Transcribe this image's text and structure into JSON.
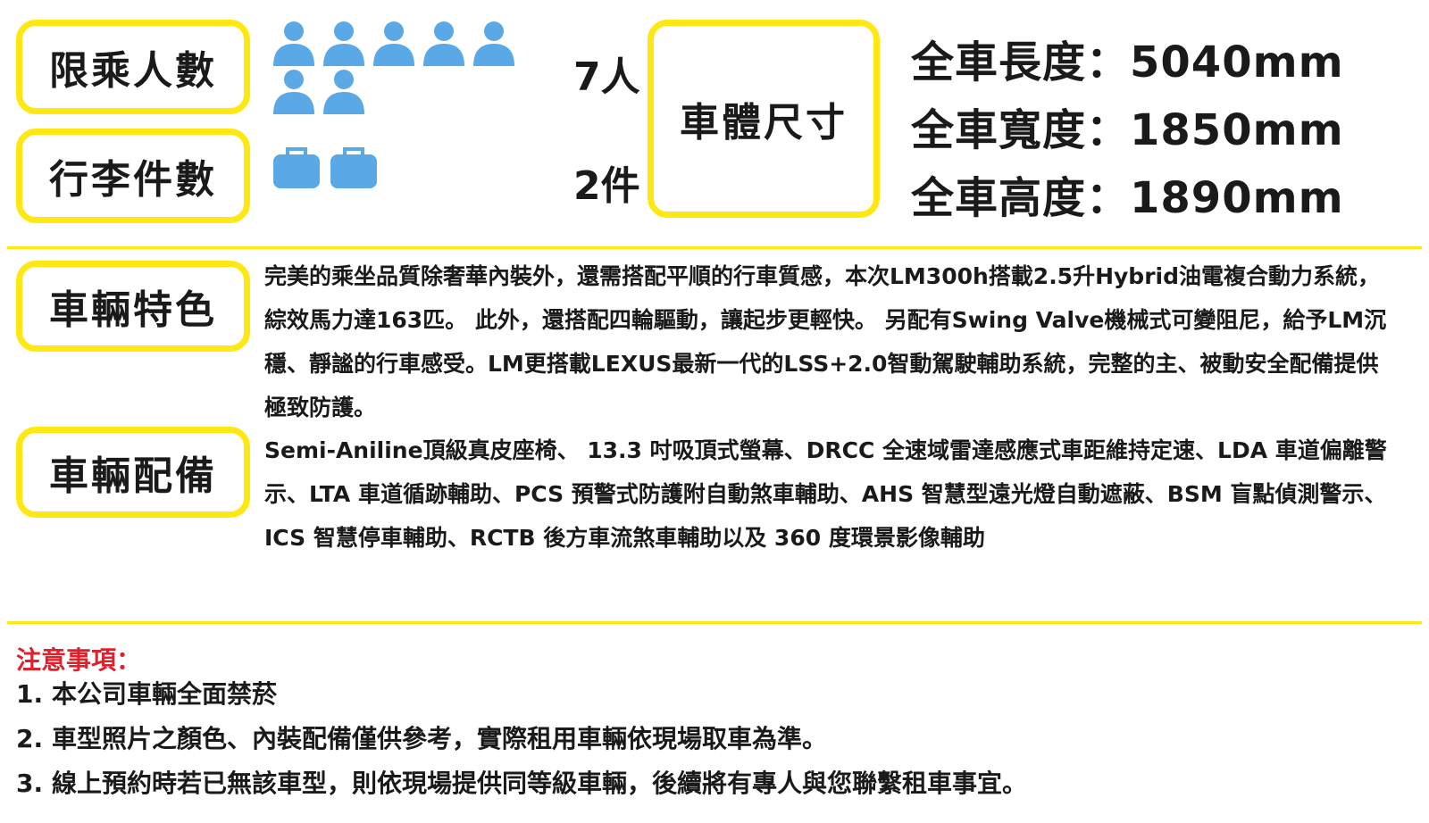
{
  "specs": {
    "passenger_label": "限乘人數",
    "passenger_count": "7人",
    "passenger_icons": 7,
    "luggage_label": "行李件數",
    "luggage_count": "2件",
    "luggage_icons": 2,
    "body_size_label": "車體尺寸",
    "dimensions": [
      "全車長度：5040mm",
      "全車寬度：1850mm",
      "全車高度：1890mm"
    ]
  },
  "features": {
    "label": "車輛特色",
    "text": "完美的乘坐品質除奢華內裝外，還需搭配平順的行車質感，本次LM300h搭載2.5升Hybrid油電複合動力系統，綜效馬力達163匹。 此外，還搭配四輪驅動，讓起步更輕快。 另配有Swing Valve機械式可變阻尼，給予LM沉穩、靜謐的行車感受。LM更搭載LEXUS最新一代的LSS+2.0智動駕駛輔助系統，完整的主、被動安全配備提供極致防護。"
  },
  "equipment": {
    "label": "車輛配備",
    "text": "Semi-Aniline頂級真皮座椅、 13.3 吋吸頂式螢幕、DRCC 全速域雷達感應式車距維持定速、LDA 車道偏離警示、LTA 車道循跡輔助、PCS 預警式防護附自動煞車輔助、AHS 智慧型遠光燈自動遮蔽、BSM 盲點偵測警示、ICS 智慧停車輔助、RCTB 後方車流煞車輔助以及 360 度環景影像輔助"
  },
  "notes": {
    "title": "注意事項：",
    "items": [
      {
        "num": "1.",
        "text": "本公司車輛全面禁菸"
      },
      {
        "num": "2.",
        "text": "車型照片之顏色、內裝配備僅供參考，實際租用車輛依現場取車為準。"
      },
      {
        "num": "3.",
        "text": "線上預約時若已無該車型，則依現場提供同等級車輛，後續將有專人與您聯繫租車事宜。"
      }
    ]
  },
  "colors": {
    "accent_yellow": "#ffe812",
    "icon_blue": "#5ba8e6",
    "notes_red": "#e0202a"
  },
  "icons": {
    "passenger": "person-icon",
    "luggage": "suitcase-icon"
  }
}
